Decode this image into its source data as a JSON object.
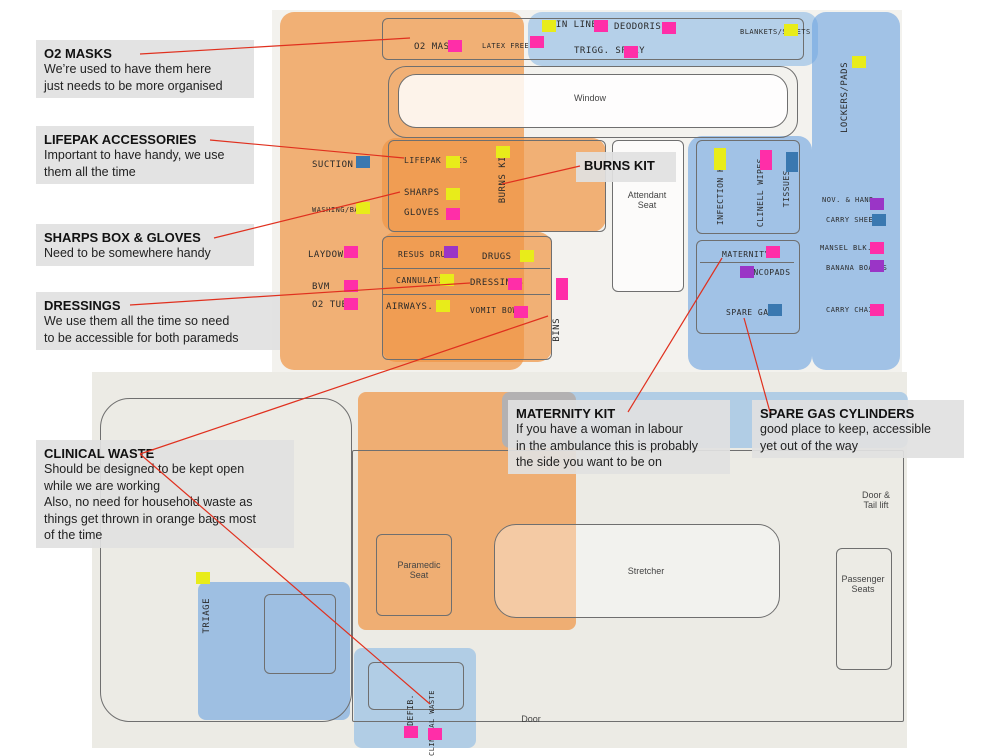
{
  "callouts": {
    "o2": {
      "title": "O2 MASKS",
      "body": "We’re used to have them here\njust needs to be more organised"
    },
    "lifepak": {
      "title": "LIFEPAK ACCESSORIES",
      "body": "Important to have handy, we use\nthem all the time"
    },
    "sharps": {
      "title": "SHARPS BOX & GLOVES",
      "body": "Need to be somewhere handy"
    },
    "dressings": {
      "title": "DRESSINGS",
      "body": "We use them all the time so need\nto be accessible for both parameds"
    },
    "waste": {
      "title": "CLINICAL WASTE",
      "body": "Should be designed to be kept open\nwhile we are working\nAlso, no need for household waste as\nthings get thrown in orange bags most\nof the time"
    },
    "burns": {
      "title": "BURNS KIT",
      "body": ""
    },
    "maternity": {
      "title": "MATERNITY KIT",
      "body": "If you have a woman in labour\nin the ambulance this is probably\nthe side you want to be on"
    },
    "gas": {
      "title": "SPARE GAS CYLINDERS",
      "body": "good place to keep, accessible\nyet out of the way"
    }
  },
  "plan_labels": {
    "window": "Window",
    "attendant": "Attendant\nSeat",
    "paramedic": "Paramedic\nSeat",
    "stretcher": "Stretcher",
    "passenger": "Passenger\nSeats",
    "door_tail": "Door &\nTail lift",
    "door": "Door"
  },
  "handwritten_notes": {
    "o2_masks": "O2 MASKS",
    "latex_free": "LATEX FREE",
    "bin_liners": "BIN LINERS",
    "deodoriser": "DEODORISER",
    "trigg_spray": "TRIGG. SPRAY",
    "blankets": "BLANKETS/SHEETS",
    "lockers": "LOCKERS/PADS",
    "suction": "SUCTION",
    "lifepak_accs": "LIFEPAK ACCS",
    "burns_kit": "BURNS KIT",
    "sharps": "SHARPS",
    "gloves": "GLOVES",
    "washing": "WASHING/BAG",
    "laydown": "LAYDOWN",
    "resus_drugs": "RESUS DRUGS",
    "drugs": "DRUGS",
    "bvm": "BVM",
    "cannulation": "CANNULATION",
    "dressings": "DRESSINGS",
    "o2_tube": "O2 TUBE",
    "airways": "AIRWAYS.",
    "vomit_bowl": "VOMIT BOWL",
    "bins": "BINS",
    "infection_kit": "INFECTION KIT",
    "clinell_wipes": "CLINELL WIPES",
    "tissues": "TISSUES",
    "nov_hand": "NOV. & HAND",
    "carry_sheets": "CARRY SHEETS",
    "maternity": "MATERNITY",
    "incopads": "INCOPADS",
    "mansel_blk": "MANSEL BLK.",
    "banana_boards": "BANANA BOARDS",
    "spare_gas": "SPARE GAS",
    "carry_chair": "CARRY CHAIR",
    "triage": "TRIAGE",
    "clinical_waste": "CLINICAL WASTE",
    "defib": "DEFIB."
  },
  "colors": {
    "orange_zone": "#f0964a",
    "blue_zone": "#6ea5e1",
    "sticky_pink": "#ff2ea8",
    "sticky_yellow": "#e8ec1a",
    "sticky_purple": "#9a35c6",
    "leader_line": "#e0301e"
  }
}
